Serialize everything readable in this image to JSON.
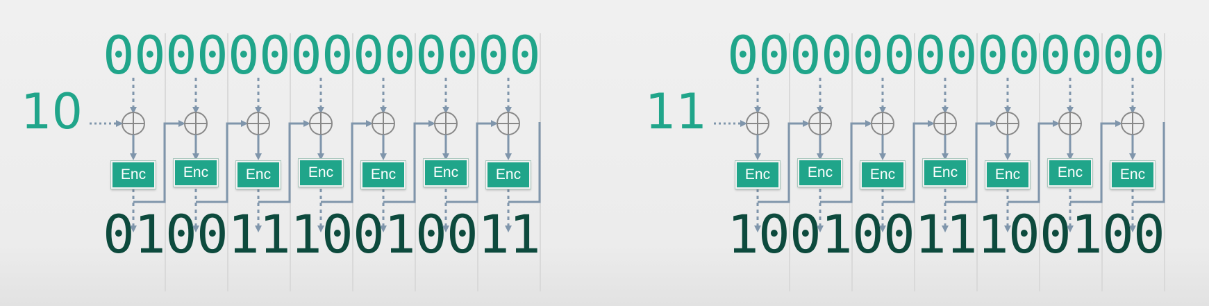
{
  "panels": [
    {
      "label": "10",
      "input_bits": "00000000000000",
      "output_bits": "01001110010011",
      "enc_label": "Enc",
      "blocks": 7
    },
    {
      "label": "11",
      "input_bits": "00000000000000",
      "output_bits": "10010011100100",
      "enc_label": "Enc",
      "blocks": 7
    }
  ],
  "colors": {
    "input_bits": "#20a58a",
    "output_bits": "#0d4a3d",
    "enc_box": "#20a58a",
    "wire": "#7f95ab",
    "xor": "#888888"
  },
  "icons": [
    "xor-icon",
    "arrow-down-icon"
  ]
}
